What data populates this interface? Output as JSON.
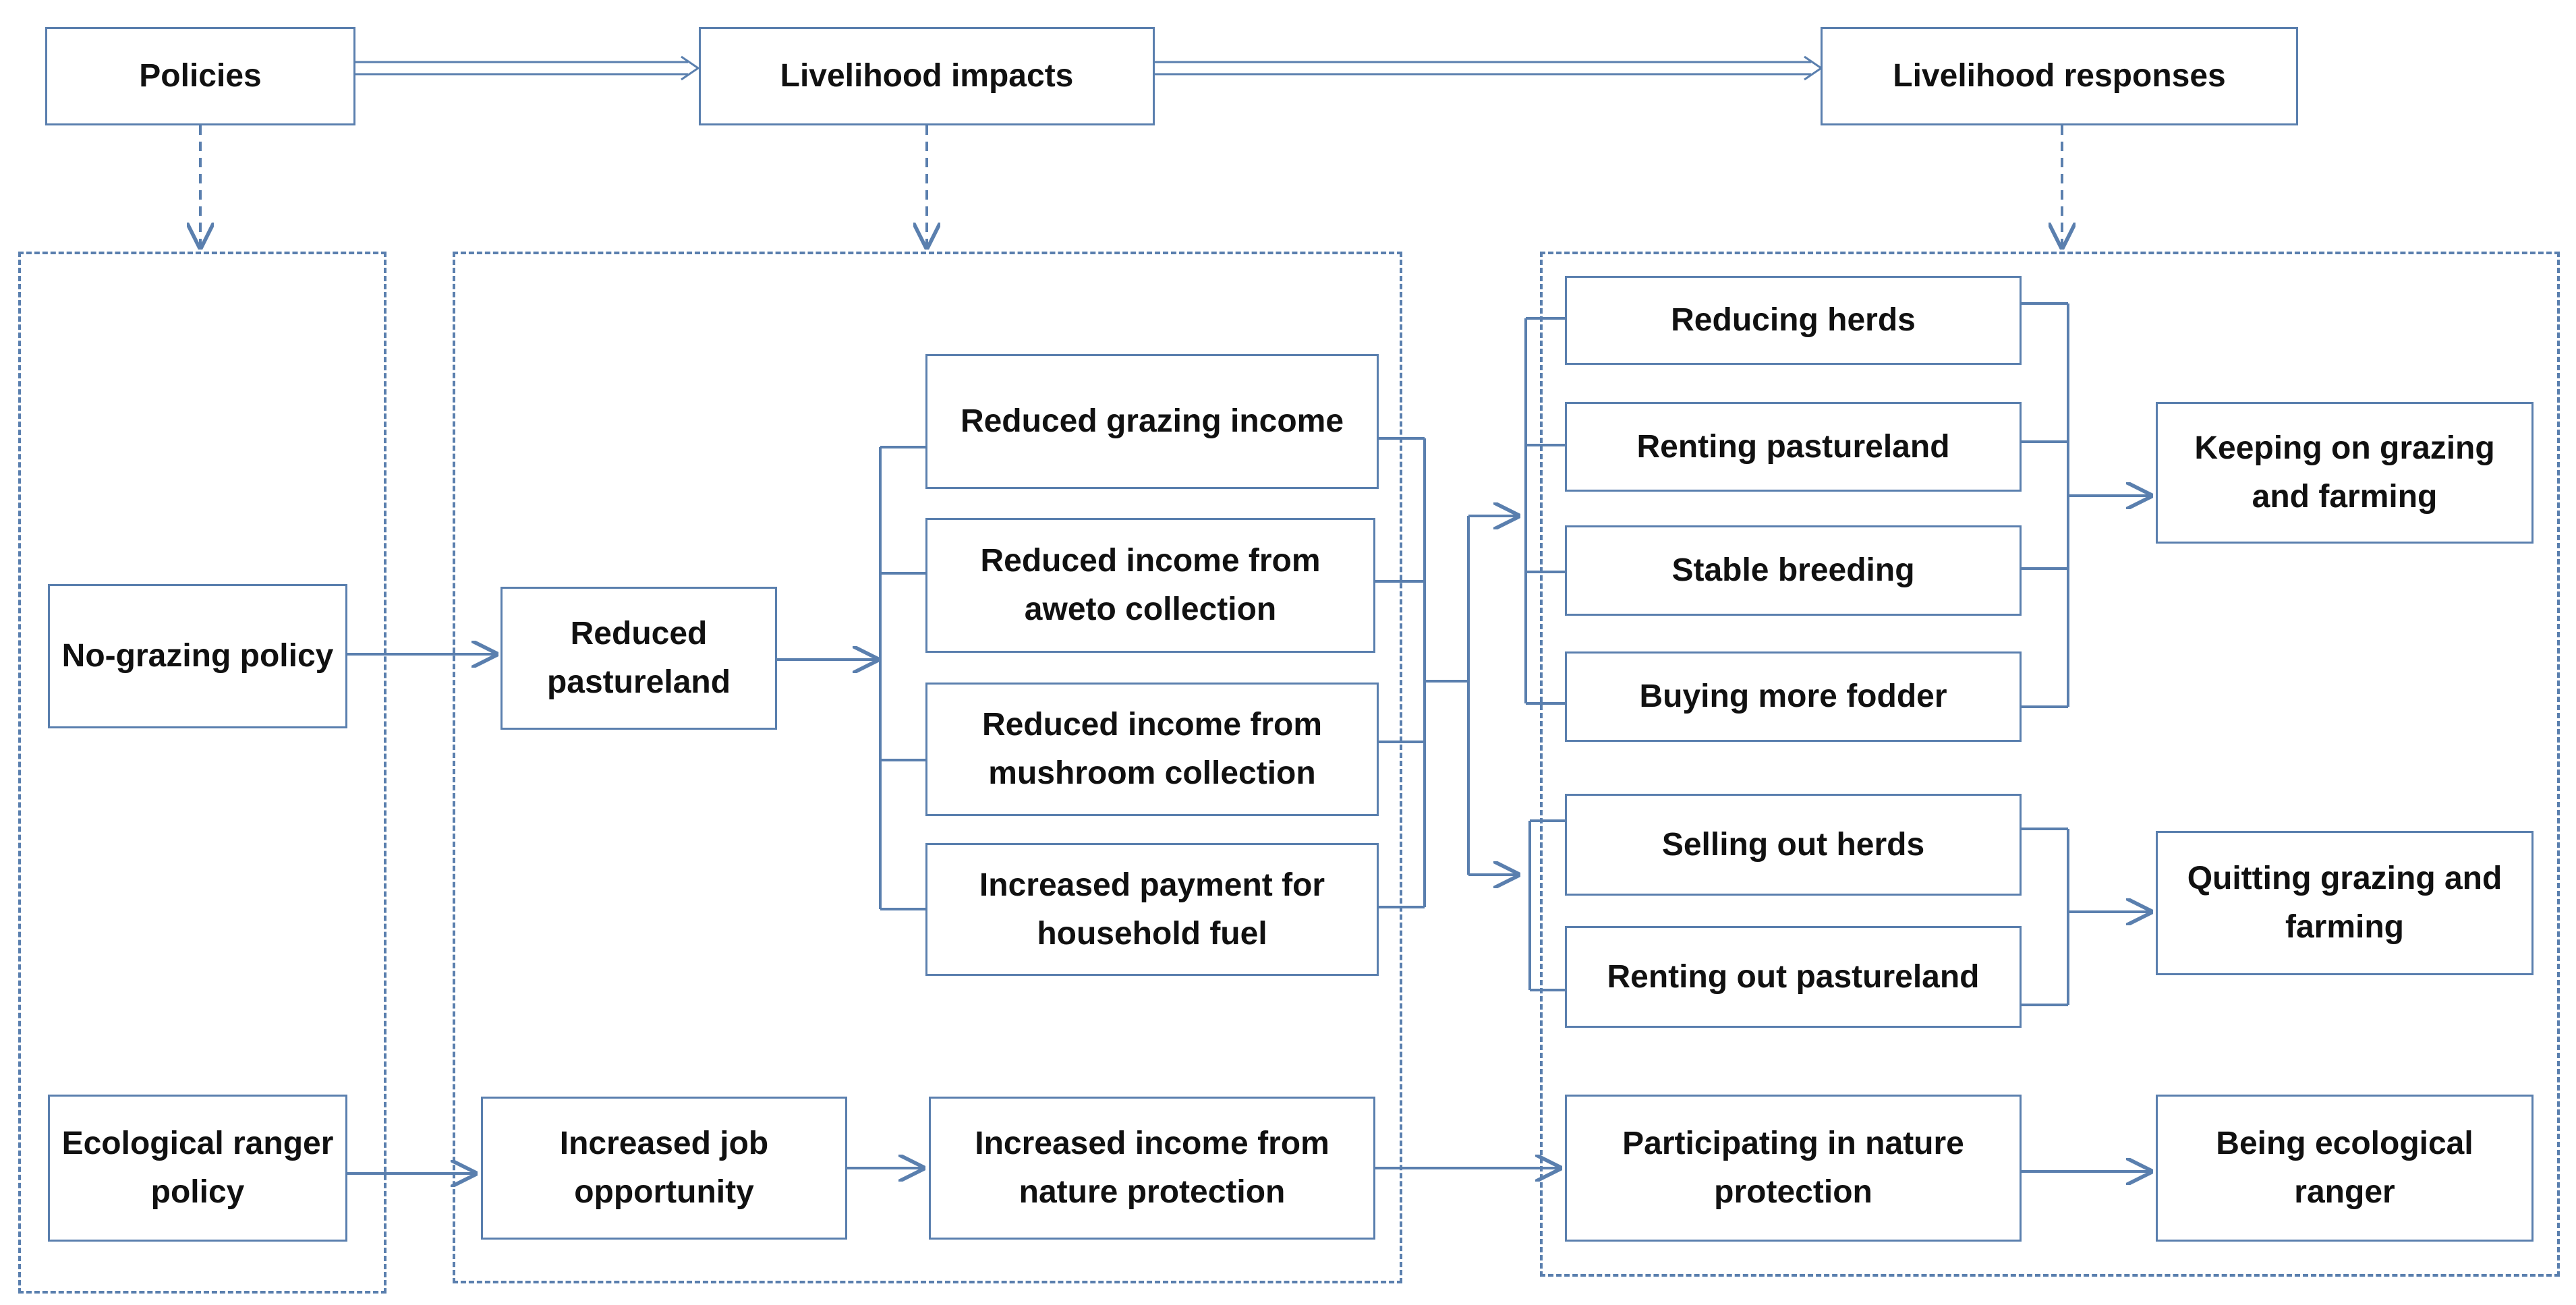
{
  "colors": {
    "line": "#5a7fae",
    "text": "#111111",
    "background": "#ffffff"
  },
  "headers": {
    "policies": "Policies",
    "livelihood_impacts": "Livelihood impacts",
    "livelihood_responses": "Livelihood responses"
  },
  "policies": {
    "no_grazing": "No-grazing policy",
    "ecological_ranger": "Ecological ranger policy"
  },
  "impacts": {
    "reduced_pastureland": "Reduced pastureland",
    "reduced_grazing_income": "Reduced grazing income",
    "reduced_aweto_income": "Reduced income from aweto collection",
    "reduced_mushroom_income": "Reduced income from mushroom collection",
    "increased_fuel_payment": "Increased payment for household fuel",
    "increased_job_opportunity": "Increased job opportunity",
    "increased_nature_income": "Increased income from nature protection"
  },
  "responses": {
    "reducing_herds": "Reducing herds",
    "renting_pastureland": "Renting pastureland",
    "stable_breeding": "Stable breeding",
    "buying_fodder": "Buying more fodder",
    "selling_out_herds": "Selling out herds",
    "renting_out_pastureland": "Renting out pastureland",
    "participating_nature": "Participating in nature protection"
  },
  "outcomes": {
    "keeping_grazing": "Keeping on grazing and farming",
    "quitting_grazing": "Quitting grazing and farming",
    "being_ranger": "Being ecological ranger"
  }
}
